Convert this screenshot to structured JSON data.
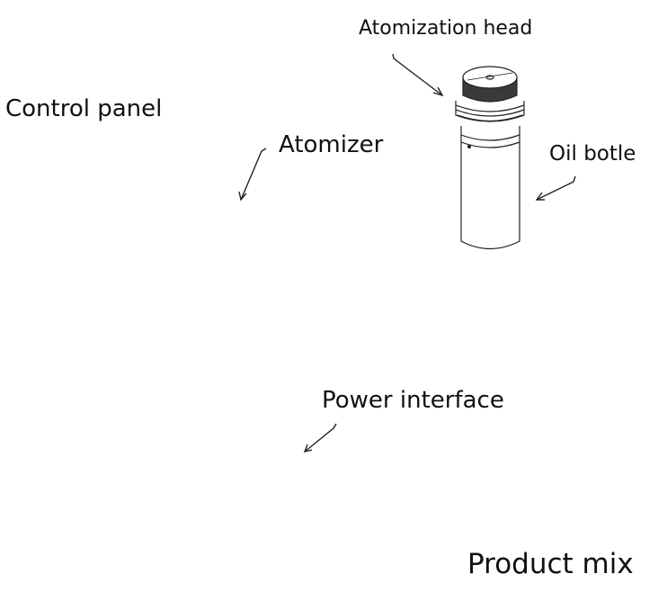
{
  "labels": {
    "atomization_head": "Atomization head",
    "control_panel": "Control panel",
    "atomizer": "Atomizer",
    "oil_bottle": "Oil botle",
    "power_interface": "Power interface",
    "product_mix": "Product mix"
  },
  "colors": {
    "line": "#222222",
    "cap_dark": "#3a3a3a",
    "background": "#ffffff"
  }
}
